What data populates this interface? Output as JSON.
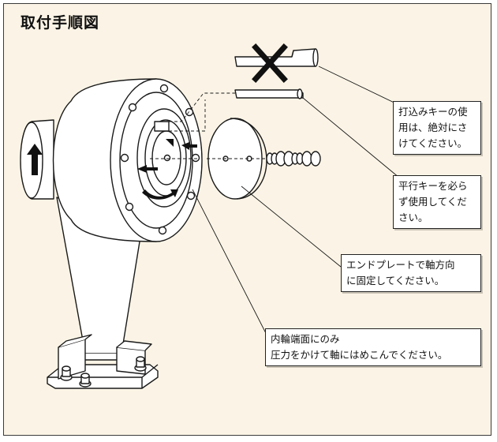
{
  "title": "取付手順図",
  "callouts": {
    "no_driven_key": {
      "line1": "打込みキーの使",
      "line2": "用は、絶対にさ",
      "line3": "けてください。"
    },
    "parallel_key": {
      "line1": "平行キーを必ら",
      "line2": "ず使用してくだ",
      "line3": "さい。"
    },
    "end_plate": {
      "line1": "エンドプレートで軸方向",
      "line2": "に固定してください。"
    },
    "inner_ring": {
      "line1": "内輪端面にのみ",
      "line2": "圧力をかけて軸にはめこんでください。"
    }
  },
  "colors": {
    "background": "#fbf4e6",
    "line": "#1a1a1a",
    "cross": "#111111"
  },
  "icons": [
    "cross-mark-icon",
    "rotation-arrow-icon",
    "direction-arrow-icon"
  ]
}
